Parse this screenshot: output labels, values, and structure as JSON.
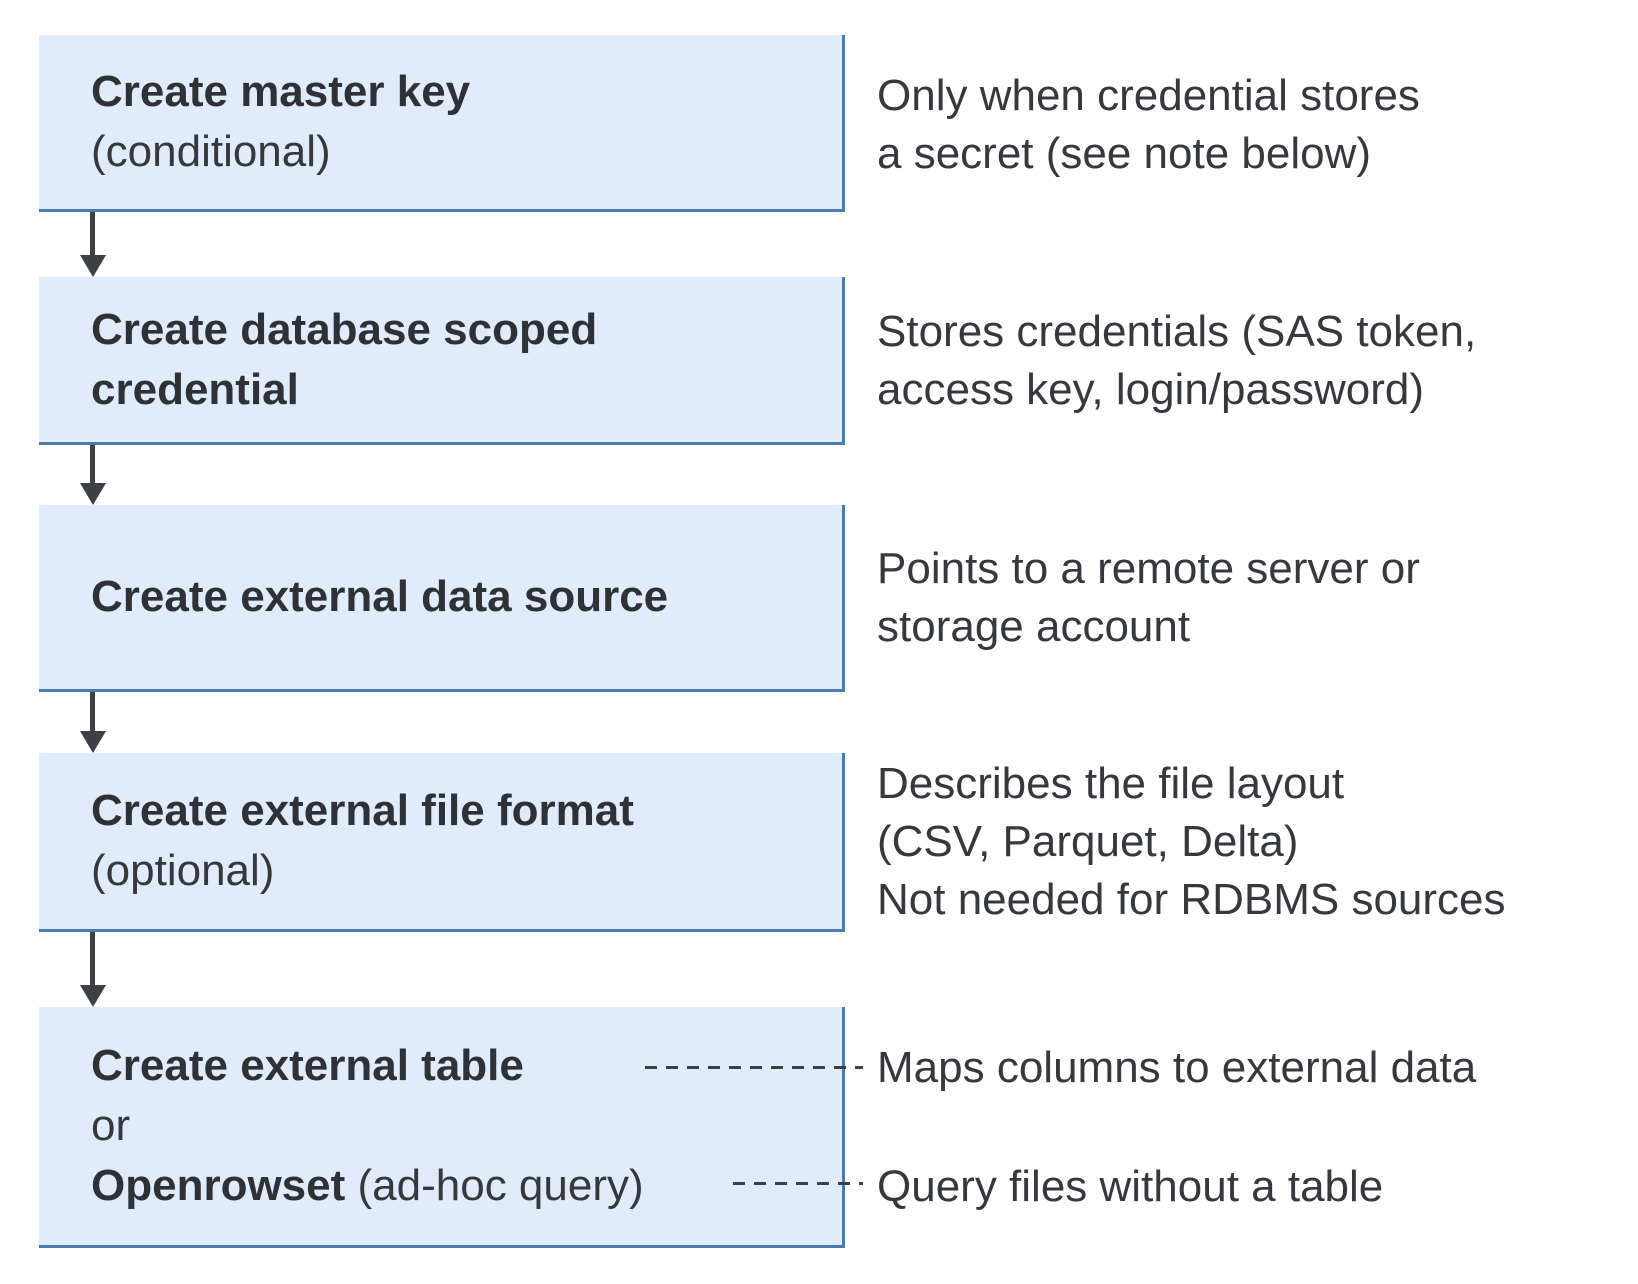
{
  "palette": {
    "box_fill": "#e0ecfb",
    "box_border": "#4a7cb0",
    "title_text": "#2e3136",
    "body_text": "#35383d",
    "arrow_color": "#3d4045",
    "background": "#ffffff"
  },
  "steps": [
    {
      "title": "Create master key",
      "subtitle": "(conditional)"
    },
    {
      "title": "Create database scoped credential"
    },
    {
      "title": "Create external data source"
    },
    {
      "title": "Create external file format",
      "subtitle": "(optional)"
    },
    {
      "line1": "Create external table",
      "line2": "or",
      "line3_bold": "Openrowset",
      "line3_rest": " (ad-hoc query)"
    }
  ],
  "annotations": [
    {
      "lines": [
        "Only when credential stores",
        "a secret (see note below)"
      ]
    },
    {
      "lines": [
        "Stores credentials (SAS token,",
        "access key, login/password)"
      ]
    },
    {
      "lines": [
        "Points to a remote server or",
        "storage account"
      ]
    },
    {
      "lines": [
        "Describes the file layout",
        "(CSV, Parquet, Delta)",
        "Not needed for RDBMS sources"
      ]
    },
    {
      "lines": [
        "Maps columns to external data"
      ]
    },
    {
      "lines": [
        "Query files without a table"
      ]
    }
  ]
}
